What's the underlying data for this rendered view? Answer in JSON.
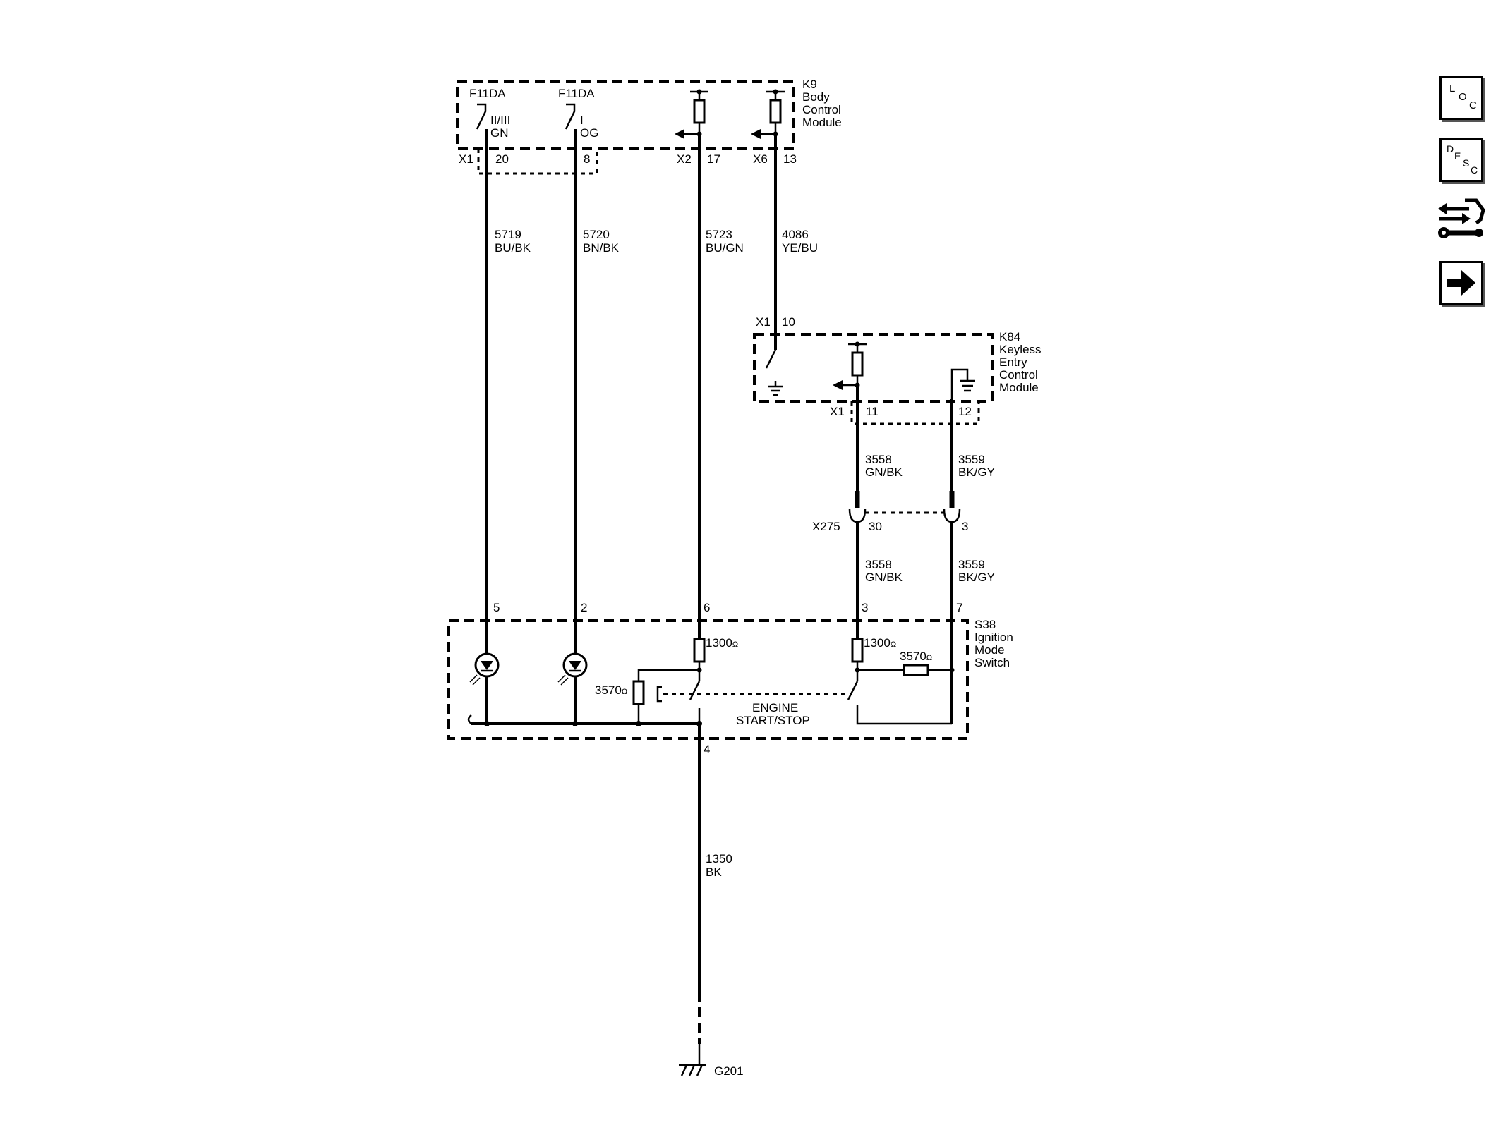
{
  "modules": {
    "k9": {
      "id": "K9",
      "line1": "Body",
      "line2": "Control",
      "line3": "Module"
    },
    "k84": {
      "id": "K84",
      "line1": "Keyless",
      "line2": "Entry",
      "line3": "Control",
      "line4": "Module"
    },
    "s38": {
      "id": "S38",
      "line1": "Ignition",
      "line2": "Mode",
      "line3": "Switch"
    }
  },
  "k9_inputs": {
    "left": {
      "fuse": "F11DA",
      "label": "II/III",
      "color": "GN"
    },
    "right": {
      "fuse": "F11DA",
      "label": "I",
      "color": "OG"
    }
  },
  "k9_connectors": {
    "x1": "X1",
    "x1_pin_a": "20",
    "x1_pin_b": "8",
    "x2": "X2",
    "x2_pin": "17",
    "x6": "X6",
    "x6_pin": "13"
  },
  "wires": {
    "w5719": {
      "circuit": "5719",
      "color": "BU/BK"
    },
    "w5720": {
      "circuit": "5720",
      "color": "BN/BK"
    },
    "w5723": {
      "circuit": "5723",
      "color": "BU/GN"
    },
    "w4086": {
      "circuit": "4086",
      "color": "YE/BU"
    },
    "w3558a": {
      "circuit": "3558",
      "color": "GN/BK"
    },
    "w3559a": {
      "circuit": "3559",
      "color": "BK/GY"
    },
    "w3558b": {
      "circuit": "3558",
      "color": "GN/BK"
    },
    "w3559b": {
      "circuit": "3559",
      "color": "BK/GY"
    },
    "w1350": {
      "circuit": "1350",
      "color": "BK"
    }
  },
  "k84_connectors": {
    "top": "X1",
    "top_pin": "10",
    "bottom": "X1",
    "bottom_pin_a": "11",
    "bottom_pin_b": "12"
  },
  "inline_connector": {
    "id": "X275",
    "pin_a": "30",
    "pin_b": "3"
  },
  "s38_pins": {
    "p5": "5",
    "p2": "2",
    "p6": "6",
    "p3": "3",
    "p7": "7",
    "p4": "4"
  },
  "resistors": {
    "r1": "1300",
    "r2": "1300",
    "r3": "3570",
    "r4": "3570",
    "unit": "Ω"
  },
  "engine_switch": {
    "line1": "ENGINE",
    "line2": "START/STOP"
  },
  "ground": {
    "id": "G201"
  },
  "side_icons": {
    "loc": {
      "l": "L",
      "o": "O",
      "c": "C"
    },
    "desc": {
      "d": "D",
      "e": "E",
      "s": "S",
      "c": "C"
    }
  }
}
